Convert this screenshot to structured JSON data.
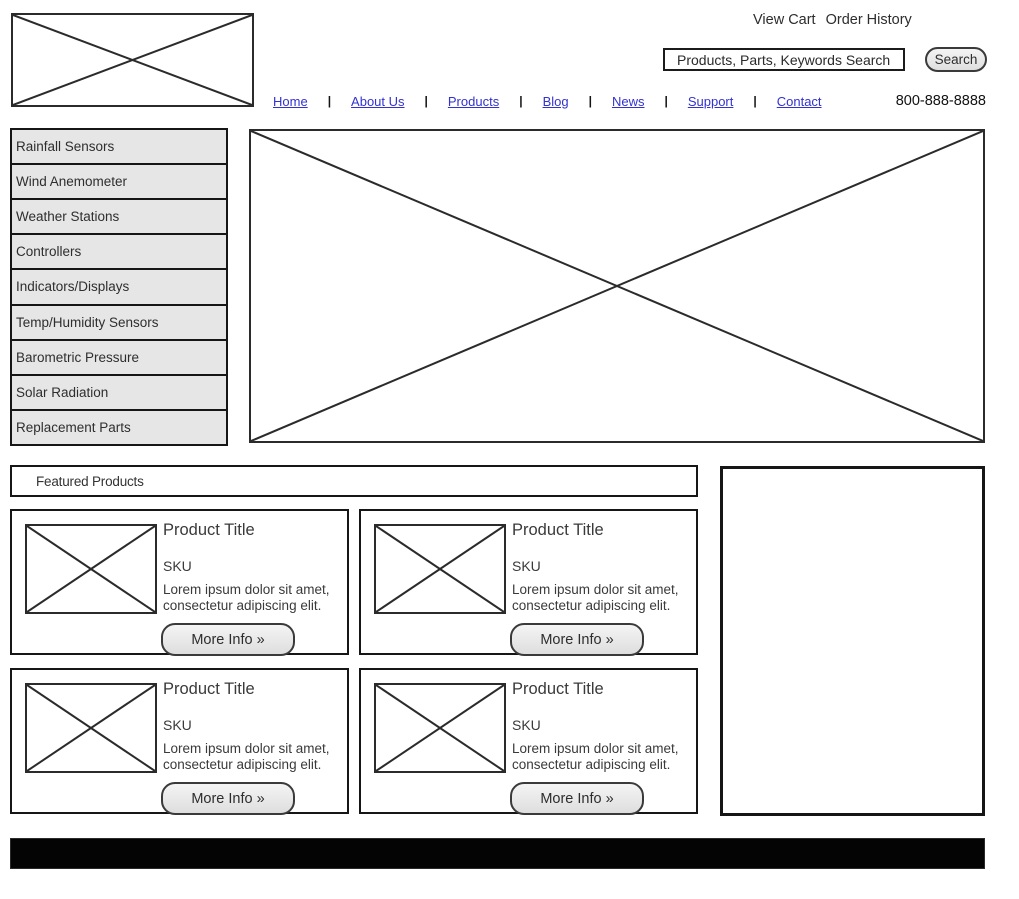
{
  "header": {
    "view_cart": "View Cart",
    "order_history": "Order History",
    "search_placeholder": "Products, Parts, Keywords Search",
    "search_button": "Search",
    "phone": "800-888-8888",
    "nav_separator": "|",
    "nav": [
      "Home",
      "About Us",
      "Products",
      "Blog",
      "News",
      "Support",
      "Contact"
    ]
  },
  "sidebar": {
    "items": [
      "Rainfall Sensors",
      "Wind Anemometer",
      "Weather Stations",
      "Controllers",
      "Indicators/Displays",
      "Temp/Humidity Sensors",
      "Barometric Pressure",
      "Solar Radiation",
      "Replacement Parts"
    ]
  },
  "featured": {
    "title": "Featured Products",
    "products": [
      {
        "title": "Product Title",
        "sku": "SKU",
        "description": "Lorem ipsum dolor sit amet, consectetur adipiscing elit.",
        "more_info": "More Info »"
      },
      {
        "title": "Product Title",
        "sku": "SKU",
        "description": "Lorem ipsum dolor sit amet, consectetur adipiscing elit.",
        "more_info": "More Info »"
      },
      {
        "title": "Product Title",
        "sku": "SKU",
        "description": "Lorem ipsum dolor sit amet, consectetur adipiscing elit.",
        "more_info": "More Info »"
      },
      {
        "title": "Product Title",
        "sku": "SKU",
        "description": "Lorem ipsum dolor sit amet, consectetur adipiscing elit.",
        "more_info": "More Info »"
      }
    ]
  },
  "colors": {
    "link_blue": "#3232cf",
    "border_black": "#161616",
    "sidebar_item_bg": "#e6e6e6",
    "button_bg_top": "#f4f4f4",
    "button_bg_bottom": "#dedede",
    "footer_bg": "#040404",
    "text_dark": "#2e2e2e"
  }
}
